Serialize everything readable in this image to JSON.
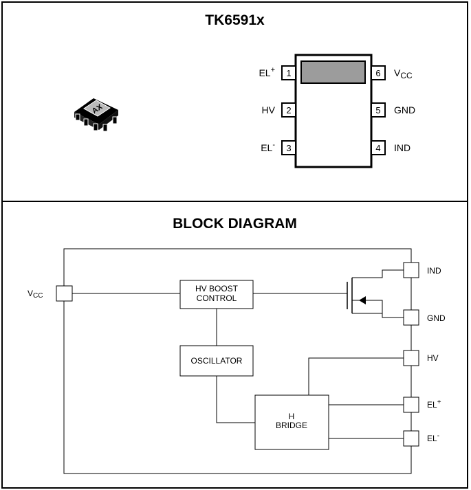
{
  "part": {
    "title": "TK6591x",
    "marking": "AX",
    "pins_left": [
      {
        "num": "1",
        "name": "EL",
        "sup": "+"
      },
      {
        "num": "2",
        "name": "HV",
        "sup": ""
      },
      {
        "num": "3",
        "name": "EL",
        "sup": "-"
      }
    ],
    "pins_right": [
      {
        "num": "6",
        "name": "V",
        "sub": "CC"
      },
      {
        "num": "5",
        "name": "GND",
        "sub": ""
      },
      {
        "num": "4",
        "name": "IND",
        "sub": ""
      }
    ]
  },
  "block": {
    "title": "BLOCK DIAGRAM",
    "vcc_label": "V",
    "vcc_sub": "CC",
    "boost_line1": "HV BOOST",
    "boost_line2": "CONTROL",
    "oscillator": "OSCILLATOR",
    "bridge_line1": "H",
    "bridge_line2": "BRIDGE",
    "pins": {
      "ind": "IND",
      "gnd": "GND",
      "hv": "HV",
      "el_plus": "EL",
      "el_plus_sup": "+",
      "el_minus": "EL",
      "el_minus_sup": "-"
    }
  }
}
